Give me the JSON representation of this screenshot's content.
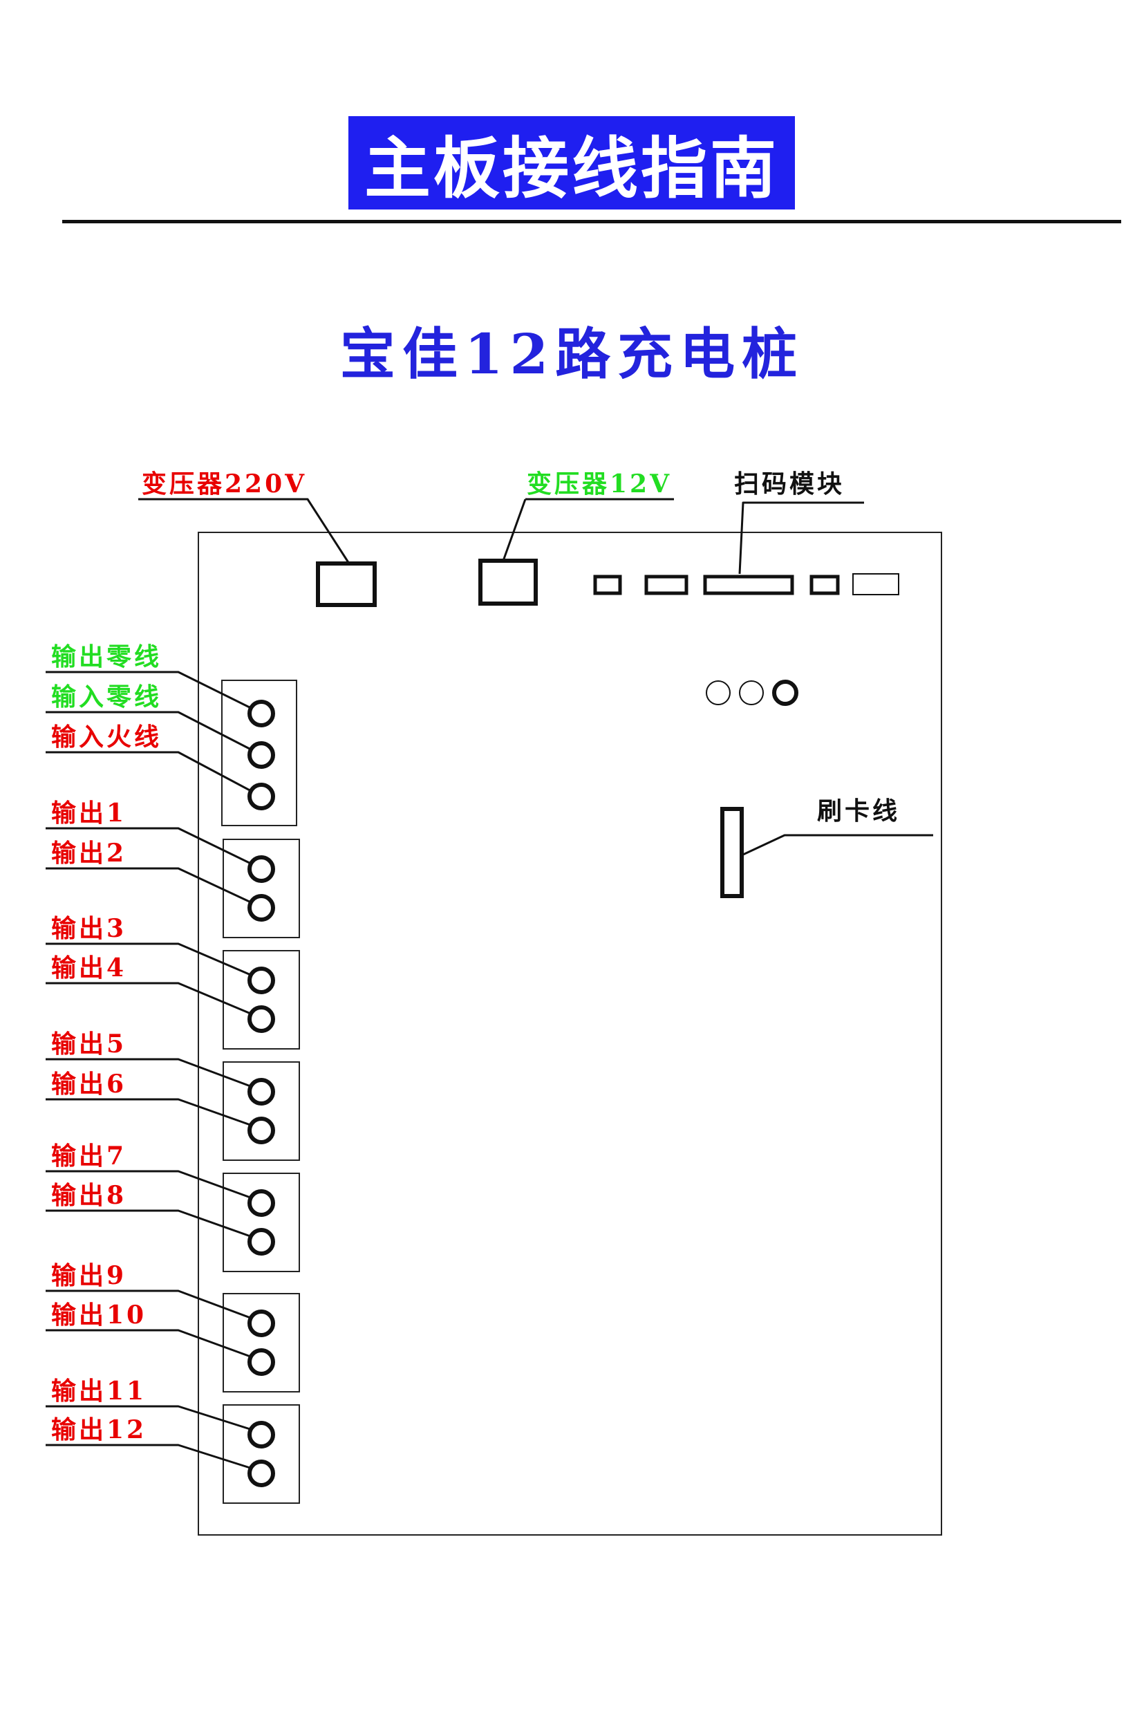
{
  "header": {
    "title": "主板接线指南",
    "subtitle": "宝佳12路充电桩"
  },
  "colors": {
    "title_bg": "#1f1ff0",
    "subtitle": "#2323dd",
    "red_label": "#e80000",
    "green_label": "#22dd22",
    "black_label": "#111111"
  },
  "top_labels": {
    "transformer_220v": "变压器220V",
    "transformer_12v": "变压器12V",
    "scan_module": "扫码模块"
  },
  "side_labels": {
    "card_reader": "刷卡线"
  },
  "terminal_labels": {
    "output_neutral": "输出零线",
    "input_neutral": "输入零线",
    "input_live": "输入火线",
    "out_1": "输出1",
    "out_2": "输出2",
    "out_3": "输出3",
    "out_4": "输出4",
    "out_5": "输出5",
    "out_6": "输出6",
    "out_7": "输出7",
    "out_8": "输出8",
    "out_9": "输出9",
    "out_10": "输出10",
    "out_11": "输出11",
    "out_12": "输出12"
  }
}
